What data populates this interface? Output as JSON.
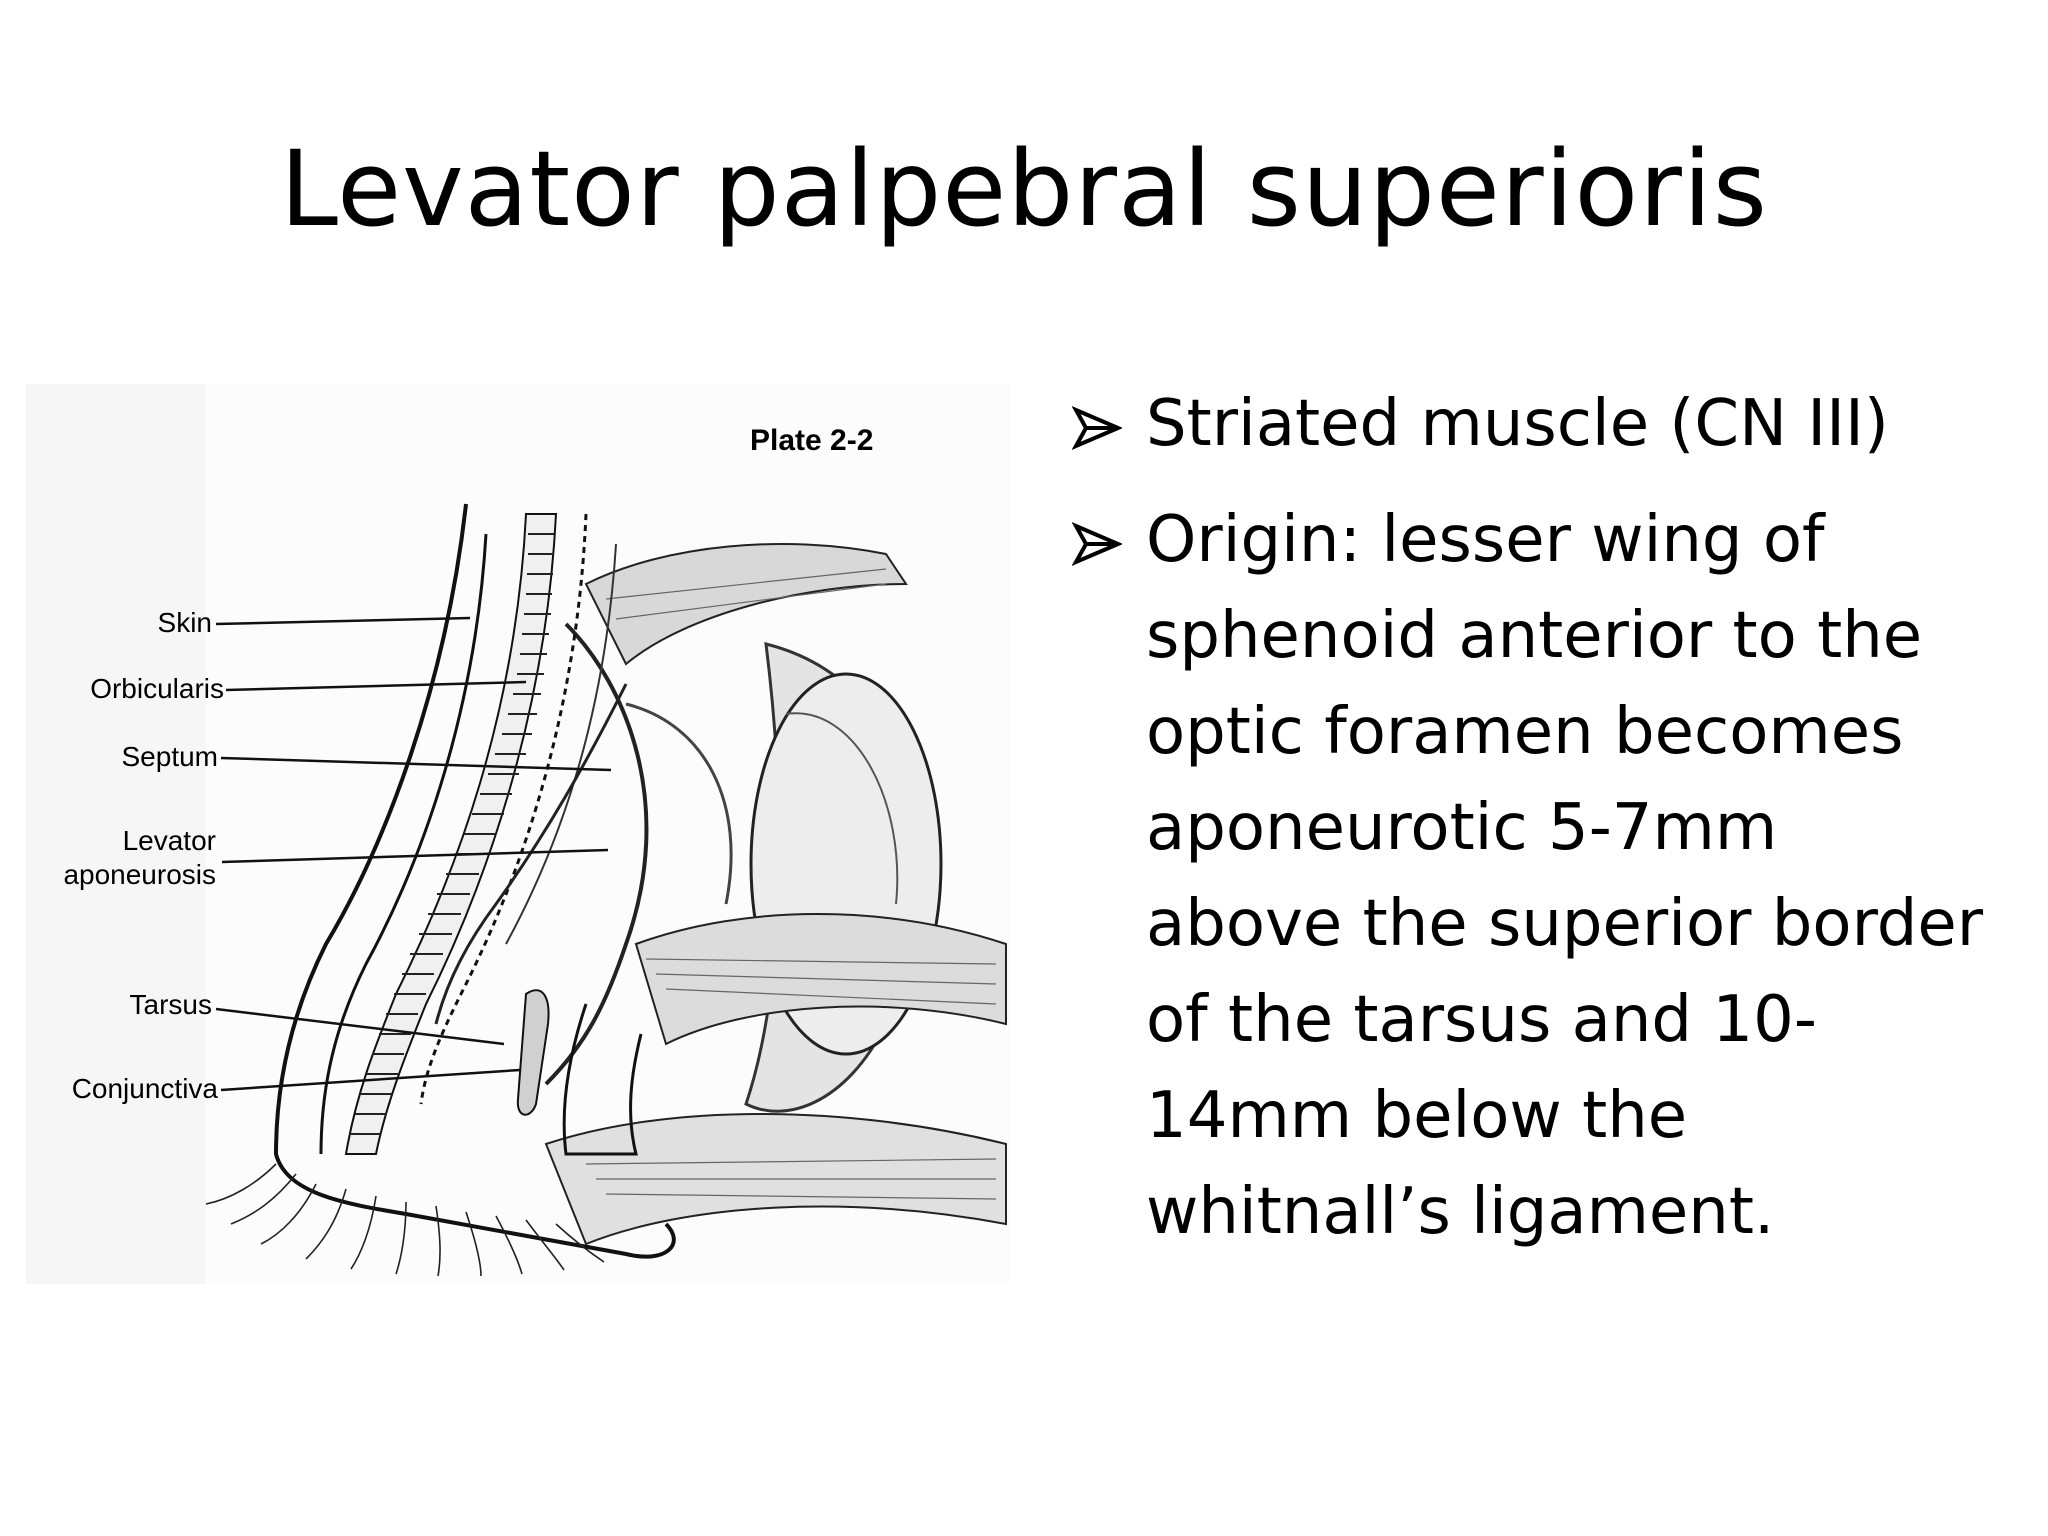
{
  "slide": {
    "title": "Levator palpebral superioris"
  },
  "figure": {
    "plate": "Plate 2-2",
    "labels": {
      "skin": "Skin",
      "orbicularis": "Orbicularis",
      "septum": "Septum",
      "levator_1": "Levator",
      "levator_2": "aponeurosis",
      "tarsus": "Tarsus",
      "conjunctiva": "Conjunctiva"
    }
  },
  "bullets": [
    {
      "icon": "arrow-bullet-icon",
      "text": "Striated muscle (CN III)"
    },
    {
      "icon": "arrow-bullet-icon",
      "text": "Origin: lesser wing of sphenoid anterior to the optic foramen becomes aponeurotic 5-7mm above the superior border of the tarsus and 10-14mm below the whitnall’s ligament."
    }
  ],
  "colors": {
    "text": "#000000",
    "background": "#ffffff",
    "figure_bg": "#fafafa"
  }
}
